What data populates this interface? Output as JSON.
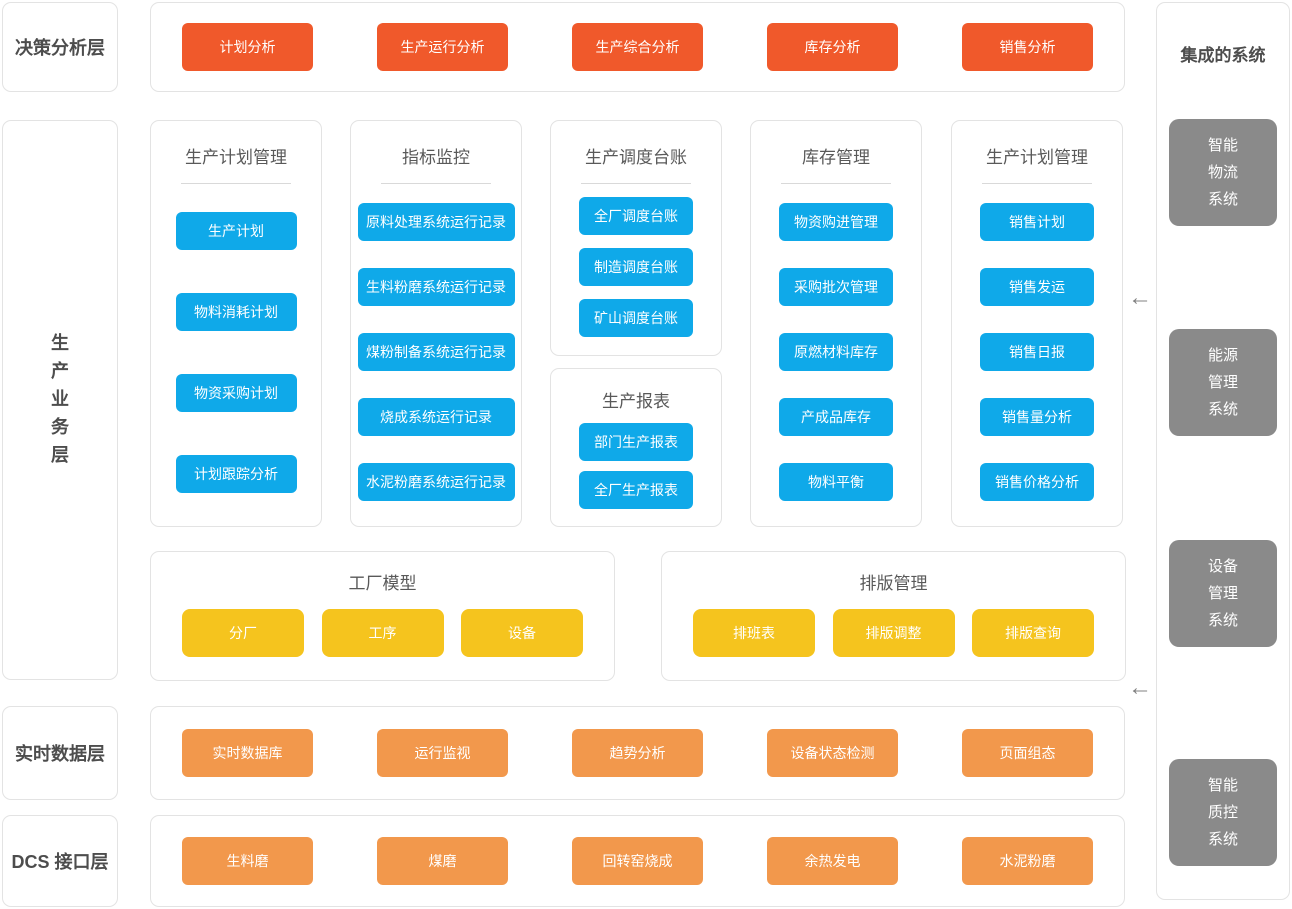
{
  "colors": {
    "accent_red": "#f0592b",
    "accent_blue": "#0fa9e9",
    "accent_yellow": "#f5c41e",
    "accent_orange": "#f2984c",
    "accent_gray": "#8a8a8a"
  },
  "arrow_glyph": "←",
  "left_labels": {
    "decision": "决策分析层",
    "business": "生\n产\n业\n务\n层",
    "realtime": "实时数据层",
    "dcs": "DCS 接口层"
  },
  "decision_row": {
    "buttons": [
      "计划分析",
      "生产运行分析",
      "生产综合分析",
      "库存分析",
      "销售分析"
    ]
  },
  "business_cards": [
    {
      "title": "生产计划管理",
      "buttons": [
        "生产计划",
        "物料消耗计划",
        "物资采购计划",
        "计划跟踪分析"
      ]
    },
    {
      "title": "指标监控",
      "buttons": [
        "原料处理系统运行记录",
        "生料粉磨系统运行记录",
        "煤粉制备系统运行记录",
        "烧成系统运行记录",
        "水泥粉磨系统运行记录"
      ]
    },
    {
      "title": "生产调度台账",
      "buttons": [
        "全厂调度台账",
        "制造调度台账",
        "矿山调度台账"
      ]
    },
    {
      "title": "生产报表",
      "buttons": [
        "部门生产报表",
        "全厂生产报表"
      ]
    },
    {
      "title": "库存管理",
      "buttons": [
        "物资购进管理",
        "采购批次管理",
        "原燃材料库存",
        "产成品库存",
        "物料平衡"
      ]
    },
    {
      "title": "生产计划管理",
      "buttons": [
        "销售计划",
        "销售发运",
        "销售日报",
        "销售量分析",
        "销售价格分析"
      ]
    }
  ],
  "model_cards": [
    {
      "title": "工厂模型",
      "buttons": [
        "分厂",
        "工序",
        "设备"
      ]
    },
    {
      "title": "排版管理",
      "buttons": [
        "排班表",
        "排版调整",
        "排版查询"
      ]
    }
  ],
  "realtime_row": {
    "buttons": [
      "实时数据库",
      "运行监视",
      "趋势分析",
      "设备状态检测",
      "页面组态"
    ]
  },
  "dcs_row": {
    "buttons": [
      "生料磨",
      "煤磨",
      "回转窑烧成",
      "余热发电",
      "水泥粉磨"
    ]
  },
  "integrated_panel": {
    "title": "集成的系统",
    "systems": [
      "智能\n物流\n系统",
      "能源\n管理\n系统",
      "设备\n管理\n系统",
      "智能\n质控\n系统"
    ]
  }
}
